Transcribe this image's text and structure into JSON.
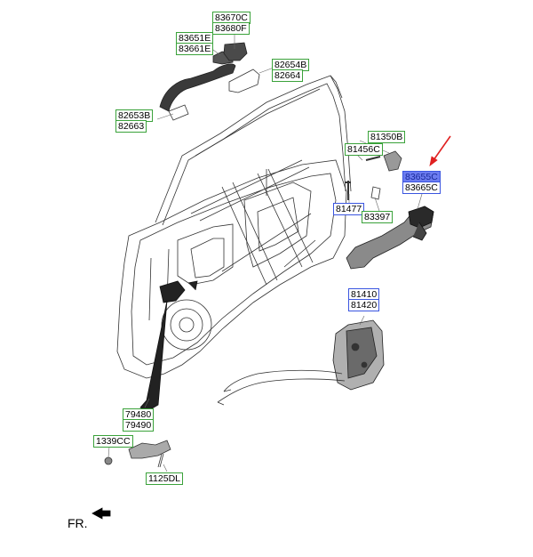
{
  "labels": {
    "p83670C": "83670C",
    "p83680F": "83680F",
    "p83651E": "83651E",
    "p83661E": "83661E",
    "p82654B": "82654B",
    "p82664": "82664",
    "p82653B": "82653B",
    "p82663": "82663",
    "p81350B": "81350B",
    "p81456C": "81456C",
    "p83655C": "83655C",
    "p83665C": "83665C",
    "p81477": "81477",
    "p83397": "83397",
    "p81410": "81410",
    "p81420": "81420",
    "p79480": "79480",
    "p79490": "79490",
    "p1339CC": "1339CC",
    "p1125DL": "1125DL"
  },
  "direction_label": "FR.",
  "colors": {
    "label_green": "#3aa23a",
    "label_blue": "#3a55e0",
    "label_selected_fill": "#6c7cf0",
    "pointer_arrow": "#e02020"
  }
}
